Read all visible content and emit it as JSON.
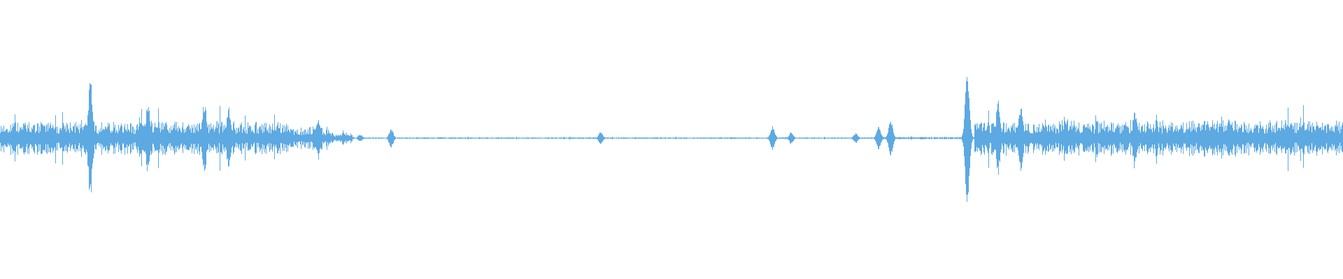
{
  "waveform": {
    "color": "#5DA9E2",
    "background": "#FFFFFF",
    "envelope": {
      "noise_floor": 0.03,
      "segments": [
        {
          "from": 0.0,
          "to": 0.215,
          "level": 0.1
        },
        {
          "from": 0.215,
          "to": 0.245,
          "level": 0.07
        },
        {
          "from": 0.245,
          "to": 0.262,
          "level": 0.035
        },
        {
          "from": 0.262,
          "to": 0.655,
          "level": 0.005
        },
        {
          "from": 0.655,
          "to": 0.725,
          "level": 0.008
        },
        {
          "from": 0.725,
          "to": 1.0,
          "level": 0.11
        }
      ],
      "peaks": [
        {
          "at": 0.067,
          "level": 0.48
        },
        {
          "at": 0.11,
          "level": 0.28
        },
        {
          "at": 0.152,
          "level": 0.3
        },
        {
          "at": 0.17,
          "level": 0.26
        },
        {
          "at": 0.237,
          "level": 0.16
        },
        {
          "at": 0.268,
          "level": 0.03
        },
        {
          "at": 0.291,
          "level": 0.08
        },
        {
          "at": 0.447,
          "level": 0.05
        },
        {
          "at": 0.575,
          "level": 0.1
        },
        {
          "at": 0.589,
          "level": 0.05
        },
        {
          "at": 0.637,
          "level": 0.04
        },
        {
          "at": 0.654,
          "level": 0.09
        },
        {
          "at": 0.663,
          "level": 0.14
        },
        {
          "at": 0.72,
          "level": 0.58
        },
        {
          "at": 0.743,
          "level": 0.3
        },
        {
          "at": 0.76,
          "level": 0.28
        },
        {
          "at": 0.845,
          "level": 0.2
        },
        {
          "at": 0.915,
          "level": 0.18
        }
      ]
    }
  }
}
